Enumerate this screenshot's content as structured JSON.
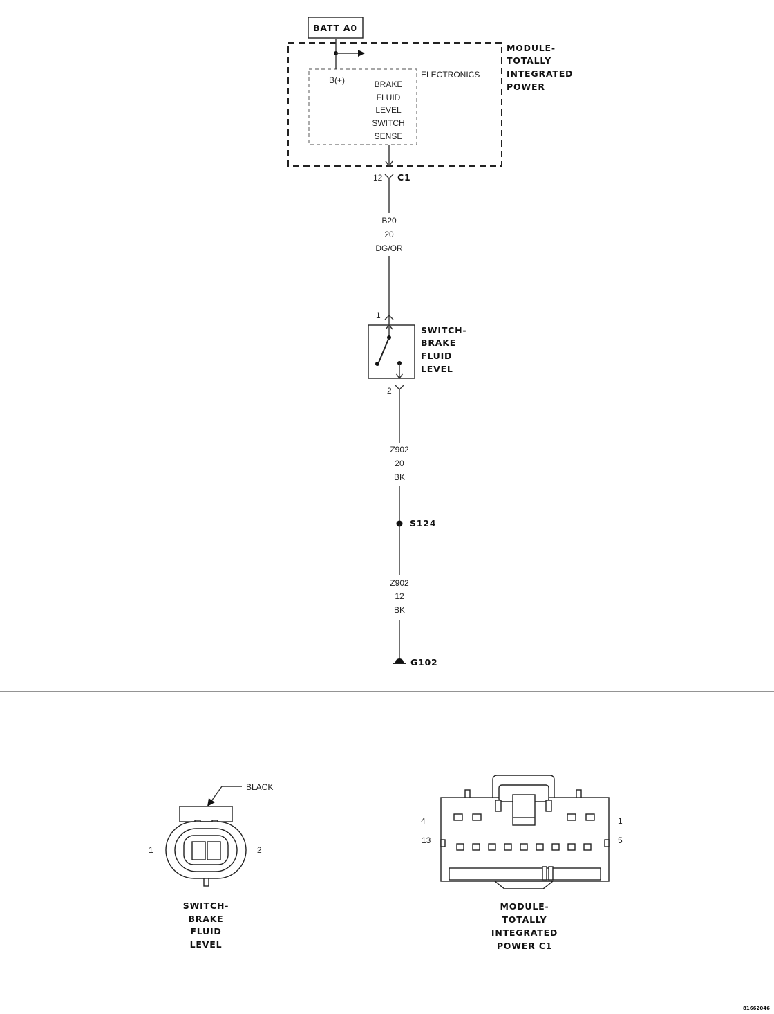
{
  "schematic": {
    "source_label": "BATT A0",
    "module": {
      "name_lines": [
        "MODULE-",
        "TOTALLY",
        "INTEGRATED",
        "POWER"
      ],
      "inner_label": "ELECTRONICS",
      "bplus_label": "B(+)",
      "sense_lines": [
        "BRAKE",
        "FLUID",
        "LEVEL",
        "SWITCH",
        "SENSE"
      ]
    },
    "connector_c1": {
      "pin": "12",
      "name": "C1"
    },
    "wire_1": {
      "circuit": "B20",
      "gauge": "20",
      "color": "DG/OR"
    },
    "switch": {
      "pin_top": "1",
      "pin_bottom": "2",
      "name_lines": [
        "SWITCH-",
        "BRAKE",
        "FLUID",
        "LEVEL"
      ]
    },
    "wire_2": {
      "circuit": "Z902",
      "gauge": "20",
      "color": "BK"
    },
    "splice": {
      "name": "S124"
    },
    "wire_3": {
      "circuit": "Z902",
      "gauge": "12",
      "color": "BK"
    },
    "ground": {
      "name": "G102"
    }
  },
  "connector_views": {
    "switch_connector": {
      "color_label": "BLACK",
      "pin_left": "1",
      "pin_right": "2",
      "caption_lines": [
        "SWITCH-",
        "BRAKE",
        "FLUID",
        "LEVEL"
      ]
    },
    "module_connector": {
      "pin_top_left": "4",
      "pin_top_right": "1",
      "pin_bottom_left": "13",
      "pin_bottom_right": "5",
      "caption_lines": [
        "MODULE-",
        "TOTALLY",
        "INTEGRATED",
        "POWER C1"
      ]
    }
  },
  "figure_id": "81662046",
  "colors": {
    "line": "#333333",
    "ink": "#111111",
    "background": "#ffffff"
  }
}
